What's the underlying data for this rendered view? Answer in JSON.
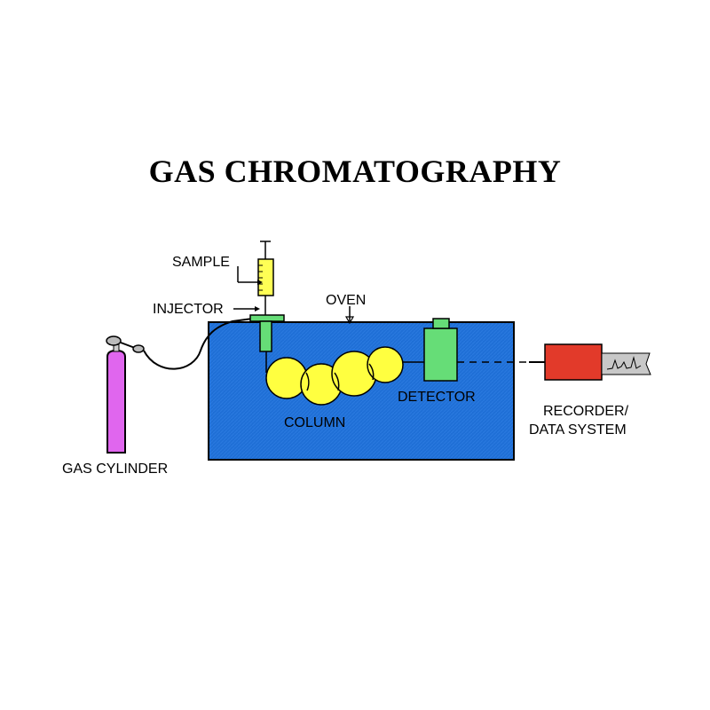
{
  "title": "GAS CHROMATOGRAPHY",
  "labels": {
    "sample": "SAMPLE",
    "injector": "INJECTOR",
    "oven": "OVEN",
    "detector": "DETECTOR",
    "column": "COLUMN",
    "gas_cylinder": "GAS CYLINDER",
    "recorder_line1": "RECORDER/",
    "recorder_line2": "DATA SYSTEM"
  },
  "colors": {
    "oven": "#1f6fd6",
    "column": "#ffff40",
    "detector": "#66dd77",
    "injector": "#66dd77",
    "cylinder": "#e066ee",
    "recorder": "#e23a2a",
    "syringe": "#ffff55",
    "chart_paper": "#c8c8c8"
  }
}
